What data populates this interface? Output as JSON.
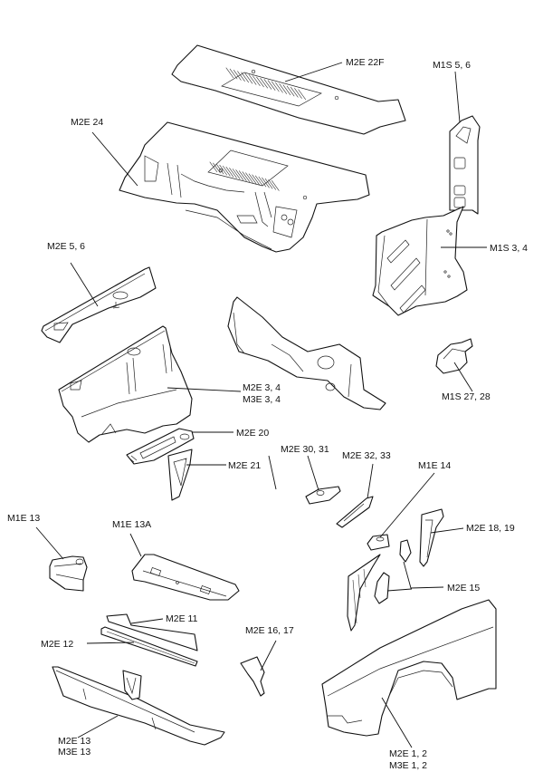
{
  "diagram": {
    "type": "exploded-parts-diagram",
    "ink_color": "#111111",
    "background_color": "#ffffff",
    "labels": [
      {
        "id": "m2e-22f",
        "lines": [
          "M2E 22F"
        ]
      },
      {
        "id": "m1s-5-6",
        "lines": [
          "M1S 5, 6"
        ]
      },
      {
        "id": "m2e-24",
        "lines": [
          "M2E 24"
        ]
      },
      {
        "id": "m1s-3-4",
        "lines": [
          "M1S 3, 4"
        ]
      },
      {
        "id": "m2e-5-6",
        "lines": [
          "M2E 5, 6"
        ]
      },
      {
        "id": "m2e-3-4",
        "lines": [
          "M2E 3, 4",
          "M3E 3, 4"
        ]
      },
      {
        "id": "m1s-27-28",
        "lines": [
          "M1S 27, 28"
        ]
      },
      {
        "id": "m2e-20",
        "lines": [
          "M2E 20"
        ]
      },
      {
        "id": "m2e-21",
        "lines": [
          "M2E 21"
        ]
      },
      {
        "id": "m2e-30-31",
        "lines": [
          "M2E 30, 31"
        ]
      },
      {
        "id": "m2e-32-33",
        "lines": [
          "M2E 32, 33"
        ]
      },
      {
        "id": "m1e-14",
        "lines": [
          "M1E 14"
        ]
      },
      {
        "id": "m2e-18-19",
        "lines": [
          "M2E 18, 19"
        ]
      },
      {
        "id": "m2e-15",
        "lines": [
          "M2E 15"
        ]
      },
      {
        "id": "m1e-13",
        "lines": [
          "M1E 13"
        ]
      },
      {
        "id": "m1e-13a",
        "lines": [
          "M1E 13A"
        ]
      },
      {
        "id": "m2e-11",
        "lines": [
          "M2E 11"
        ]
      },
      {
        "id": "m2e-12",
        "lines": [
          "M2E 12"
        ]
      },
      {
        "id": "m2e-16-17",
        "lines": [
          "M2E 16, 17"
        ]
      },
      {
        "id": "m2e-13",
        "lines": [
          "M2E 13",
          "M3E 13"
        ]
      },
      {
        "id": "m2e-1-2",
        "lines": [
          "M2E 1, 2",
          "M3E 1, 2"
        ]
      }
    ]
  }
}
